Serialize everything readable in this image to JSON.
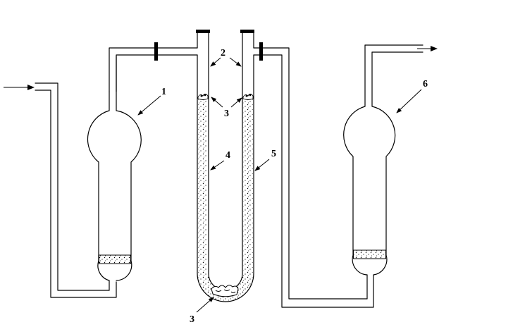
{
  "labels": {
    "l1": "1",
    "l2": "2",
    "l3a": "3",
    "l3b": "3",
    "l4": "4",
    "l5": "5",
    "l6": "6"
  }
}
